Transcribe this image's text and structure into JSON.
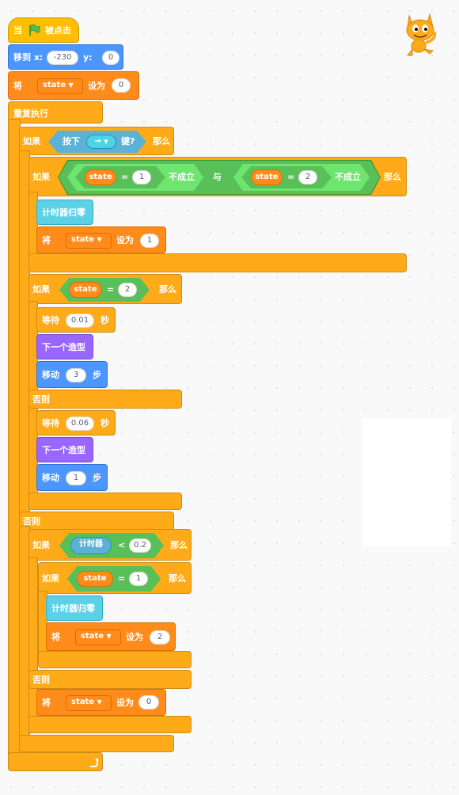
{
  "labels": {
    "when": "当",
    "clicked": "被点击",
    "goto": "移到 x:",
    "y": "y:",
    "set": "将",
    "set_to": "设为",
    "forever": "重复执行",
    "if": "如果",
    "then": "那么",
    "else": "否则",
    "key_pressed_prefix": "按下",
    "key_pressed_suffix": "键?",
    "not": "不成立",
    "and": "与",
    "reset_timer": "计时器归零",
    "wait": "等待",
    "seconds": "秒",
    "next_costume": "下一个造型",
    "move": "移动",
    "steps": "步",
    "timer": "计时器",
    "eq": "=",
    "lt": "<"
  },
  "values": {
    "goto_x": "-230",
    "goto_y": "0",
    "init_state": "0",
    "key": "→",
    "cmp_a": "1",
    "cmp_b": "2",
    "set_state_1": "1",
    "if2_cmp": "2",
    "wait_1": "0.01",
    "move_1": "3",
    "wait_2": "0.06",
    "move_2": "1",
    "timer_cmp": "0.2",
    "if4_cmp": "1",
    "set_state_2": "2",
    "set_state_0": "0"
  },
  "variable": "state",
  "colors": {
    "events": "#ffbf00",
    "motion": "#4c97ff",
    "variables": "#ff8c1a",
    "control": "#ffab19",
    "sensing": "#5cb1d6",
    "looks": "#9966ff",
    "operators": "#59c059"
  },
  "icons": {
    "flag": "green-flag-icon",
    "loop": "loop-arrow-icon",
    "dropdown": "dropdown-arrow-icon",
    "mascot": "scratch-cat-icon"
  }
}
